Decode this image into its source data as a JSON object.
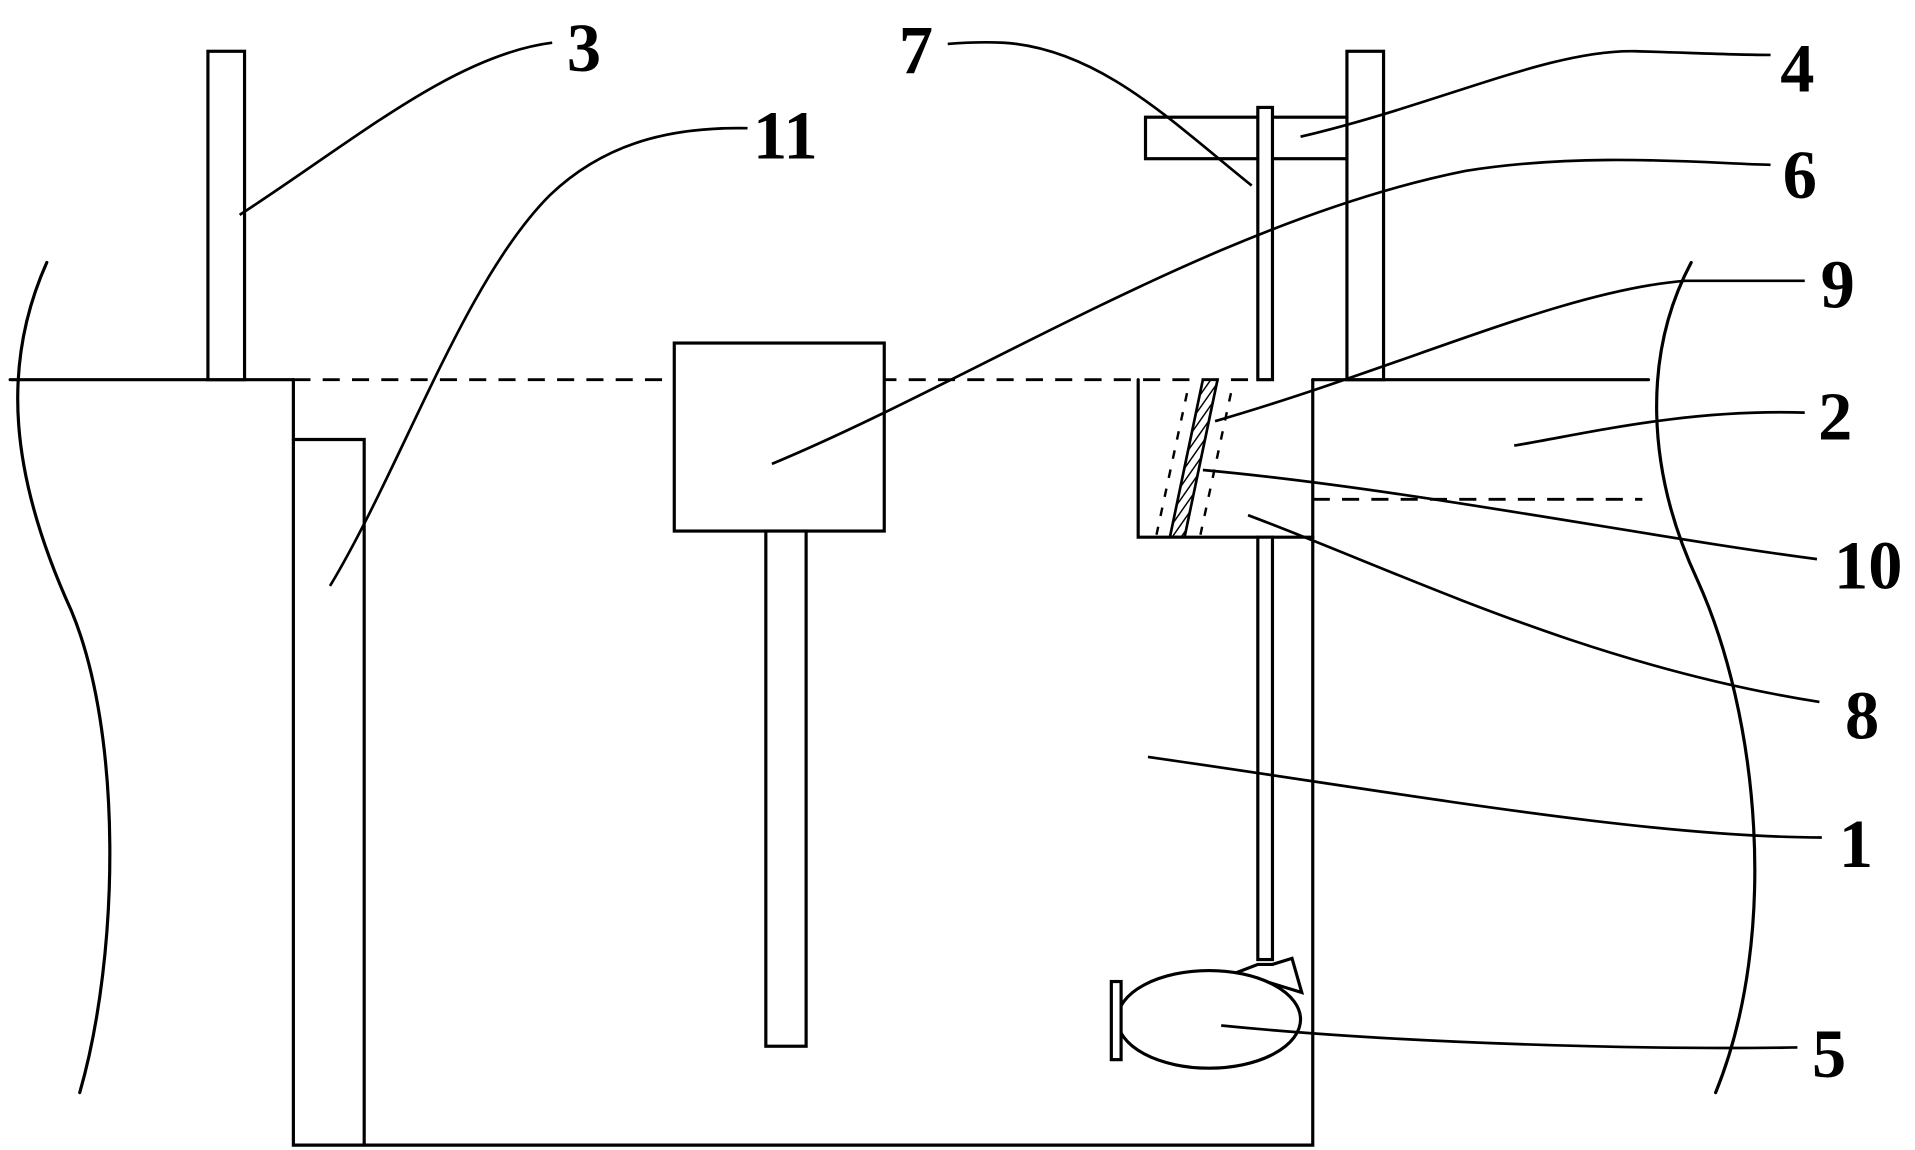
{
  "diagram": {
    "callouts": [
      "1",
      "2",
      "3",
      "4",
      "5",
      "6",
      "7",
      "8",
      "9",
      "10",
      "11"
    ],
    "colors": {
      "line": "#000000",
      "background": "#ffffff"
    }
  }
}
